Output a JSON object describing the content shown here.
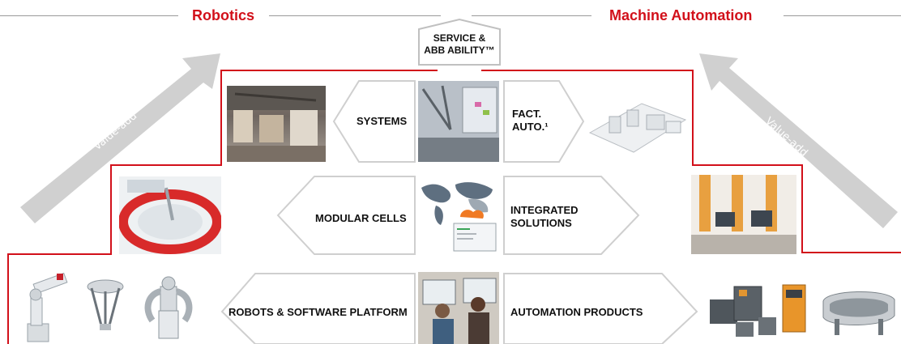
{
  "headers": {
    "robotics": "Robotics",
    "machine_automation": "Machine Automation"
  },
  "service": {
    "line1": "SERVICE &",
    "line2": "ABB ABILITY™"
  },
  "value_add": {
    "left": "Value-add",
    "right": "Value-add"
  },
  "rows": {
    "systems": "SYSTEMS",
    "factory_automation": {
      "line1": "FACT.",
      "line2": "AUTO.¹"
    },
    "modular_cells": "MODULAR CELLS",
    "integrated_solutions": {
      "line1": "INTEGRATED",
      "line2": "SOLUTIONS"
    },
    "robots_software": "ROBOTS & SOFTWARE PLATFORM",
    "automation_products": "AUTOMATION PRODUCTS"
  },
  "colors": {
    "accent_red": "#d2101a",
    "outline_gray": "#c8c8c8",
    "arrow_gray": "#d0d0d0",
    "text": "#111111"
  },
  "images": [
    "factory-assembly-line-photo",
    "delta-robot-cell-photo",
    "factory-automation-render",
    "circular-robot-cell-photo",
    "world-map-cloud-dashboard-graphic",
    "packaging-machines-photo",
    "industrial-robot-arm-photo",
    "delta-picker-robot-photo",
    "dual-arm-robot-photo",
    "engineers-at-monitor-photo",
    "servo-drives-photo",
    "conveyor-track-photo"
  ]
}
